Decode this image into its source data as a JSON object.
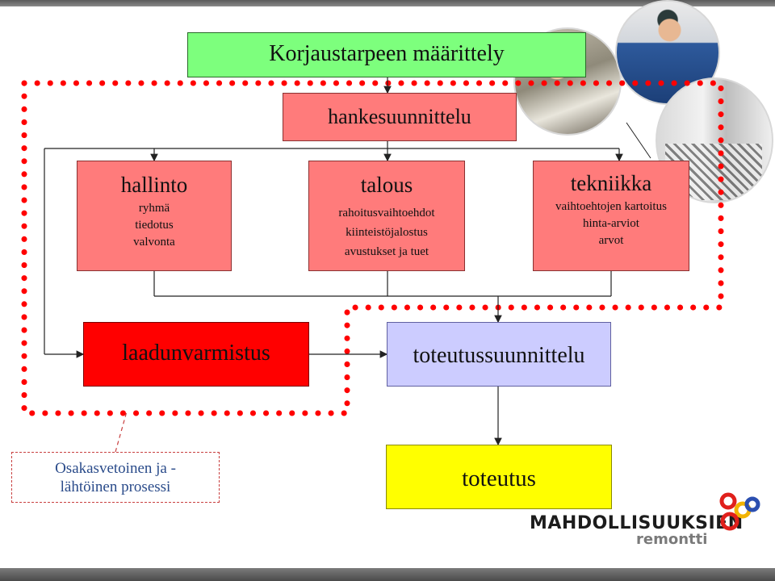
{
  "title": "Korjaustarpeen määrittely",
  "planning": "hankesuunnittelu",
  "columns": [
    {
      "heading": "hallinto",
      "items": [
        "ryhmä",
        "tiedotus",
        "valvonta"
      ]
    },
    {
      "heading": "talous",
      "items": [
        "rahoitusvaihtoehdot",
        "kiinteistöjalostus",
        "avustukset ja tuet"
      ]
    },
    {
      "heading": "tekniikka",
      "items": [
        "vaihtoehtojen kartoitus",
        "hinta-arviot",
        "arvot"
      ]
    }
  ],
  "quality": "laadunvarmistus",
  "implementation_planning": "toteutussuunnittelu",
  "implementation": "toteutus",
  "note": {
    "line1": "Osakasvetoinen ja -",
    "line2": "lähtöinen prosessi"
  },
  "logo": {
    "word1": "MAHDOLLISUUKSIEN",
    "word2": "remontti"
  },
  "colors": {
    "title_bg": "#7dff7d",
    "phase_bg": "#ff7b7b",
    "quality_bg": "#ff0000",
    "plan_bg": "#ccccff",
    "impl_bg": "#ffff00",
    "dotted_border": "#ff0000"
  },
  "photos": [
    "meeting-photo",
    "worker-photo",
    "bathroom-photo"
  ]
}
